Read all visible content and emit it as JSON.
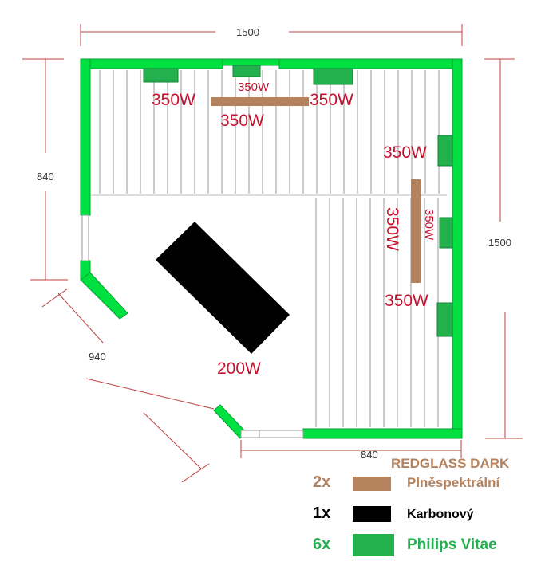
{
  "dimensions": {
    "top": "1500",
    "left": "840",
    "right": "1500",
    "diagonal": "940",
    "bottom": "840"
  },
  "heaters": {
    "top_left": "350W",
    "top_center_small": "350W",
    "top_right": "350W",
    "top_center_large": "350W",
    "right_upper": "350W",
    "right_rotated_large": "350W",
    "right_rotated_small": "350W",
    "right_lower": "350W",
    "carbon": "200W"
  },
  "legend": {
    "title": "REDGLASS DARK",
    "items": [
      {
        "count": "2x",
        "label": "Plněspektrální",
        "color": "#b5825e",
        "count_color": "#b5825e"
      },
      {
        "count": "1x",
        "label": "Karbonový",
        "color": "#000000",
        "count_color": "#000000"
      },
      {
        "count": "6x",
        "label": "Philips Vitae",
        "color": "#22b14c",
        "count_color": "#22b14c"
      }
    ]
  },
  "colors": {
    "wall": "#00e040",
    "philips_panel": "#22b14c",
    "full_spectrum": "#b5825e",
    "carbon": "#000000",
    "dimension_line": "#c04040",
    "power_label": "#c8102e"
  }
}
